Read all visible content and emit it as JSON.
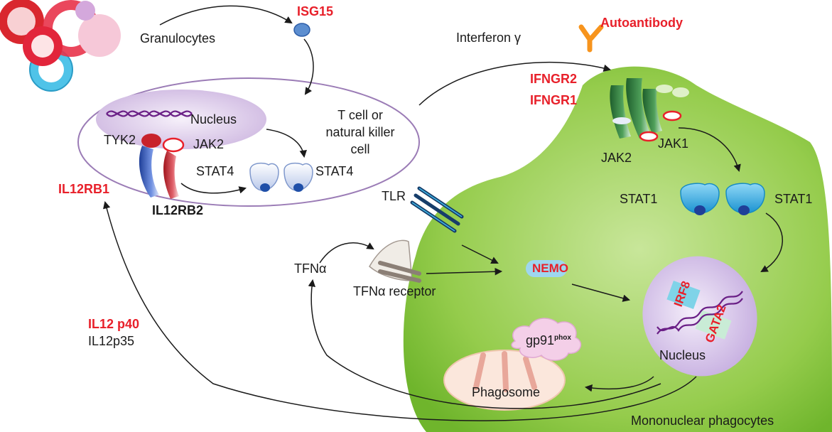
{
  "colors": {
    "gene_red": "#e8202a",
    "cell_green": "#8cc63f",
    "cell_outline_purple": "#9b7cb6",
    "stat_blue": "#29a8e0",
    "antibody_orange": "#f7941d"
  },
  "labels": {
    "granulocytes": "Granulocytes",
    "isg15": "ISG15",
    "interferon": "Interferon γ",
    "autoantibody": "Autoantibody",
    "ifngr2": "IFNGR2",
    "ifngr1": "IFNGR1",
    "jak2_right": "JAK2",
    "jak1": "JAK1",
    "nucleus_tcell": "Nucleus",
    "tyk2": "TYK2",
    "jak2_left": "JAK2",
    "tcell_line1": "T cell or",
    "tcell_line2": "natural killer",
    "tcell_line3": "cell",
    "stat4_left": "STAT4",
    "stat4_right": "STAT4",
    "il12rb1": "IL12RB1",
    "il12rb2": "IL12RB2",
    "tlr": "TLR",
    "stat1_left": "STAT1",
    "stat1_right": "STAT1",
    "tfna": "TFNα",
    "tfna_receptor": "TFNα receptor",
    "nemo": "NEMO",
    "irf8": "IRF8",
    "gata2": "GATA2",
    "nucleus_phago": "Nucleus",
    "il12p40": "IL12 p40",
    "il12p35": "IL12p35",
    "gp91": "gp91",
    "gp91_sup": "phox",
    "phagosome": "Phagosome",
    "mononuclear": "Mononuclear phagocytes"
  }
}
